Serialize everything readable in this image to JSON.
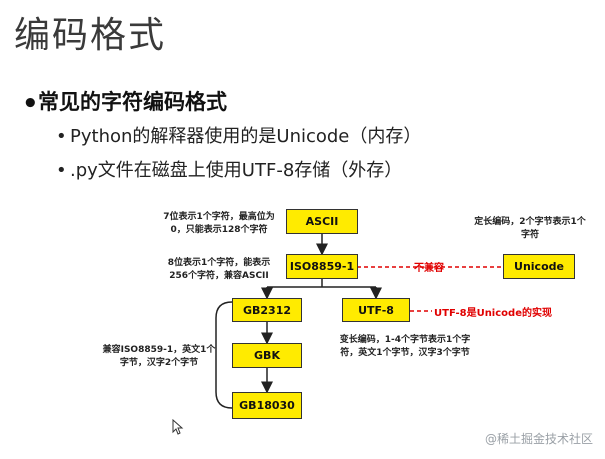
{
  "title": "编码格式",
  "bullets": {
    "main": "常见的字符编码格式",
    "sub": [
      "Python的解释器使用的是Unicode（内存）",
      ".py文件在磁盘上使用UTF-8存储（外存）"
    ]
  },
  "diagram": {
    "boxes": {
      "ascii": "ASCII",
      "iso": "ISO8859-1",
      "unicode": "Unicode",
      "gb2312": "GB2312",
      "utf8": "UTF-8",
      "gbk": "GBK",
      "gb18030": "GB18030"
    },
    "notes": {
      "ascii": "7位表示1个字符，最高位为0，只能表示128个字符",
      "iso": "8位表示1个字符，能表示256个字符，兼容ASCII",
      "unicode": "定长编码，2个字节表示1个字符",
      "gbk": "兼容ISO8859-1，英文1个字节，汉字2个字节",
      "utf8": "变长编码，1-4个字节表示1个字符，英文1个字节，汉字3个字节"
    },
    "red_labels": {
      "incompatible": "不兼容",
      "utf8_impl": "UTF-8是Unicode的实现"
    }
  },
  "watermark": "@稀土掘金技术社区",
  "colors": {
    "box_fill": "#ffeb00",
    "red": "#e00000"
  }
}
